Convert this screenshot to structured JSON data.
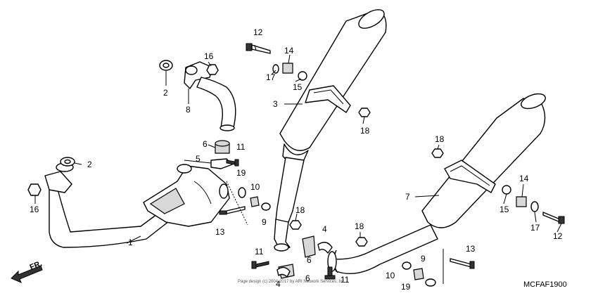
{
  "diagram": {
    "code": "MCFAF1900",
    "copyright": "Page design (c) 2004-2017 by ARI Network Services, Inc.",
    "direction_label": "FR.",
    "callouts": [
      {
        "id": "c1",
        "label": "1"
      },
      {
        "id": "c2a",
        "label": "2"
      },
      {
        "id": "c2b",
        "label": "2"
      },
      {
        "id": "c3",
        "label": "3"
      },
      {
        "id": "c4a",
        "label": "4"
      },
      {
        "id": "c4b",
        "label": "4"
      },
      {
        "id": "c5",
        "label": "5"
      },
      {
        "id": "c6a",
        "label": "6"
      },
      {
        "id": "c6b",
        "label": "6"
      },
      {
        "id": "c6c",
        "label": "6"
      },
      {
        "id": "c7",
        "label": "7"
      },
      {
        "id": "c8",
        "label": "8"
      },
      {
        "id": "c9a",
        "label": "9"
      },
      {
        "id": "c9b",
        "label": "9"
      },
      {
        "id": "c10a",
        "label": "10"
      },
      {
        "id": "c10b",
        "label": "10"
      },
      {
        "id": "c11a",
        "label": "11"
      },
      {
        "id": "c11b",
        "label": "11"
      },
      {
        "id": "c11c",
        "label": "11"
      },
      {
        "id": "c12a",
        "label": "12"
      },
      {
        "id": "c12b",
        "label": "12"
      },
      {
        "id": "c13a",
        "label": "13"
      },
      {
        "id": "c13b",
        "label": "13"
      },
      {
        "id": "c14a",
        "label": "14"
      },
      {
        "id": "c14b",
        "label": "14"
      },
      {
        "id": "c15a",
        "label": "15"
      },
      {
        "id": "c15b",
        "label": "15"
      },
      {
        "id": "c16a",
        "label": "16"
      },
      {
        "id": "c16b",
        "label": "16"
      },
      {
        "id": "c17a",
        "label": "17"
      },
      {
        "id": "c17b",
        "label": "17"
      },
      {
        "id": "c18a",
        "label": "18"
      },
      {
        "id": "c18b",
        "label": "18"
      },
      {
        "id": "c18c",
        "label": "18"
      },
      {
        "id": "c18d",
        "label": "18"
      },
      {
        "id": "c19a",
        "label": "19"
      },
      {
        "id": "c19b",
        "label": "19"
      }
    ]
  }
}
